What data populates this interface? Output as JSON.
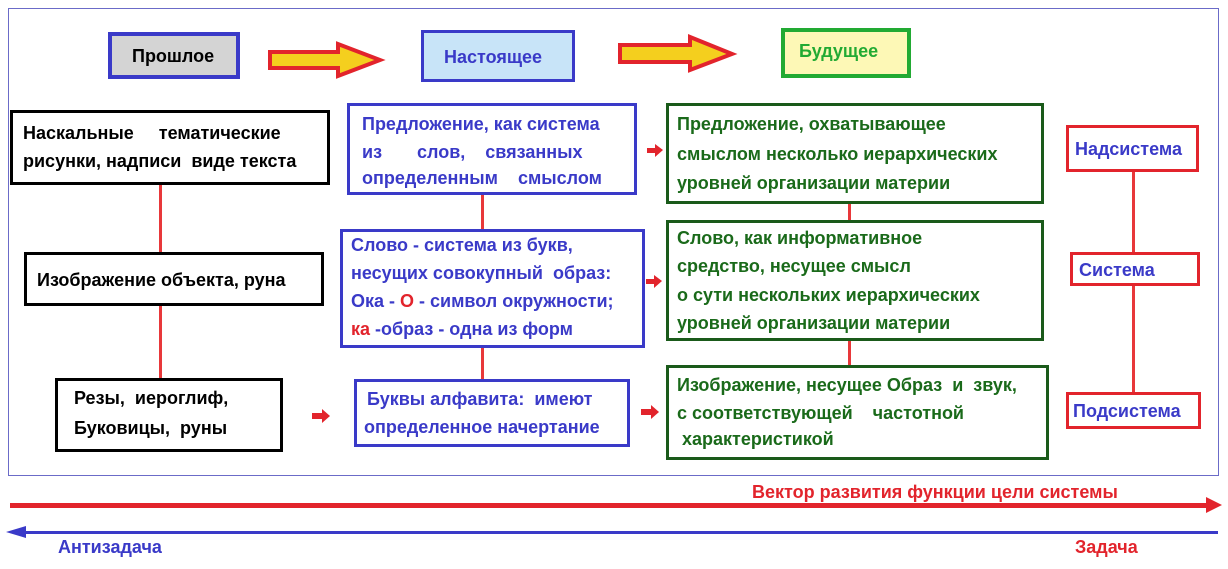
{
  "colors": {
    "black": "#000000",
    "blue": "#3a3ac8",
    "green": "#1a6a1a",
    "red": "#e2242c",
    "frame": "#6b6bc8"
  },
  "headers": {
    "past": "Прошлое",
    "present": "Настоящее",
    "future": "Будущее"
  },
  "past": {
    "row1": [
      "Наскальные     тематические",
      "рисунки, надписи  виде текста"
    ],
    "row2": [
      "Изображение объекта, руна"
    ],
    "row3": [
      "Резы,  иероглиф,",
      "Буковицы,  руны"
    ]
  },
  "present": {
    "row1": [
      "Предложение, как система",
      "из       слов,    связанных",
      "определенным    смыслом"
    ],
    "row2": {
      "line1": "Слово - система из букв,",
      "line2": "несущих совокупный  образ:",
      "line3_a": "Ока - ",
      "line3_b": "О",
      "line3_c": " - символ окружности;",
      "line4_a": "ка",
      "line4_b": " -образ - одна из форм"
    },
    "row3": [
      "Буквы алфавита:  имеют",
      "определенное начертание"
    ]
  },
  "future": {
    "row1": [
      "Предложение, охватывающее",
      "смыслом несколько иерархических",
      "уровней организации материи"
    ],
    "row2": [
      "Слово, как информативное",
      "средство, несущее смысл",
      "о сути нескольких иерархических",
      "уровней организации материи"
    ],
    "row3": [
      "Изображение, несущее Образ  и  звук,",
      "с соответствующей    частотной",
      " характеристикой"
    ]
  },
  "levels": {
    "super": "Надсистема",
    "system": "Система",
    "sub": "Подсистема"
  },
  "vector": {
    "development": "Вектор развития  функции цели системы",
    "anti": "Антизадача",
    "task": "Задача"
  }
}
